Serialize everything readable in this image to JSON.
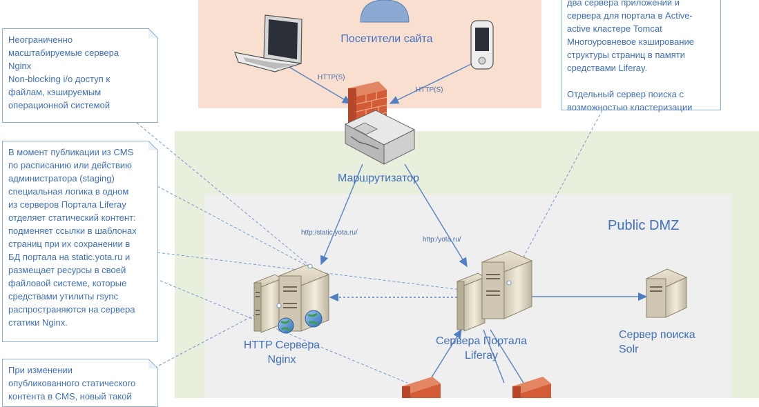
{
  "zones": {
    "dmz_label": "Public DMZ"
  },
  "nodes": {
    "visitors": "Посетители сайта",
    "router": "Маршрутизатор",
    "nginx_line1": "HTTP Сервера",
    "nginx_line2": "Nginx",
    "liferay_line1": "Сервера Портала",
    "liferay_line2": "Liferay",
    "solr_line1": "Сервер поиска",
    "solr_line2": "Solr"
  },
  "edges": {
    "laptop_https": "HTTP(S)",
    "phone_https": "HTTP(S)",
    "static_url": "http:/static.yota.ru/",
    "portal_url": "http:/yota.ru/"
  },
  "notes": {
    "nginx_note": [
      "Неограниченно",
      "масштабируемые сервера",
      "Nginx",
      "Non-blocking i/o доступ к",
      "файлам, кэшируемым",
      "операционной системой"
    ],
    "cms_note": [
      "В момент публикации из CMS",
      "по расписанию или действию",
      "администратора (staging)",
      "специальная логика в одном",
      "из серверов Портала Liferay",
      "отделяет статический контент:",
      "подменяет ссылки в шаблонах",
      "страниц при их сохранении в",
      "БД портала на static.yota.ru и",
      "размещает ресурсы в своей",
      "файловой системе, которые",
      "средствами утилиты rsync",
      "распространяются на сервера",
      "статики Nginx."
    ],
    "change_note": [
      "При изменении",
      "опубликованного статического",
      "контента в CMS, новый такой"
    ],
    "cluster_note": [
      "два сервера приложений и",
      "сервера для портала в Active-",
      "active кластере Tomcat",
      "Многоуровневое кэширование",
      "структуры страниц в памяти",
      "средствами Liferay.",
      "",
      "Отдельный сервер поиска с",
      "возможностью кластеризации"
    ]
  },
  "colors": {
    "visitors_zone": "#f9dfd0",
    "green_zone": "#e9efdd",
    "dmz_zone": "#efefef",
    "text_blue": "#3f6fbf",
    "line_blue": "#5b87c5"
  }
}
